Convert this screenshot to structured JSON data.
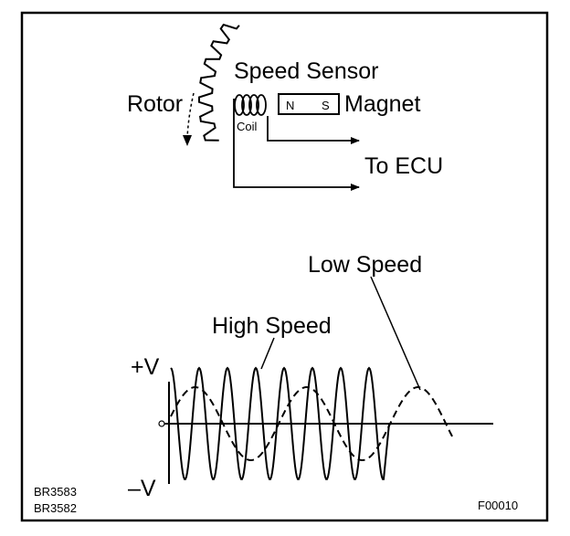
{
  "diagram": {
    "sensor_title": "Speed Sensor",
    "rotor_label": "Rotor",
    "magnet_label": "Magnet",
    "coil_label": "Coil",
    "magnet_north": "N",
    "magnet_south": "S",
    "output_label": "To ECU"
  },
  "waveform": {
    "low_speed_label": "Low Speed",
    "high_speed_label": "High Speed",
    "plus_v_label": "+V",
    "minus_v_label": "–V",
    "zero_label": "0"
  },
  "figure_codes": {
    "code_1": "BR3583",
    "code_2": "BR3582",
    "figure_id": "F00010"
  }
}
